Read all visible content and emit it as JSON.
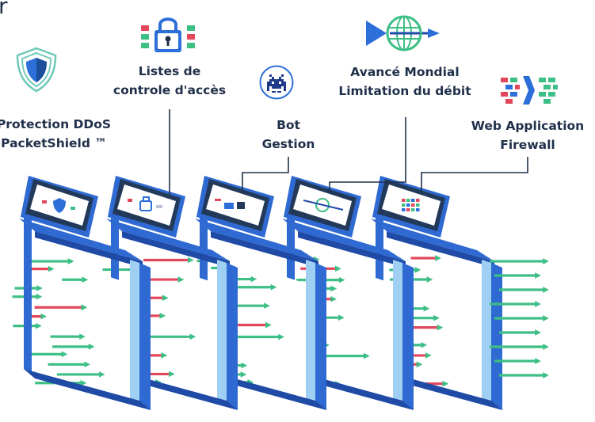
{
  "header": {
    "fragment": "r"
  },
  "features": [
    {
      "lines": [
        "Protection DDoS",
        "PacketShield ™"
      ],
      "icon": "shield-icon"
    },
    {
      "lines": [
        "Listes de",
        "controle d'accès"
      ],
      "icon": "padlock-icon"
    },
    {
      "lines": [
        "Bot",
        "Gestion"
      ],
      "icon": "space-invader-icon"
    },
    {
      "lines": [
        "Avancé Mondial",
        "Limitation du débit"
      ],
      "icon": "globe-arrow-icon"
    },
    {
      "lines": [
        "Web Application",
        "Firewall"
      ],
      "icon": "firewall-bricks-icon"
    }
  ],
  "colors": {
    "label": "#20304a",
    "frame_blue": "#2f6ad2",
    "frame_dark": "#1f4aa6",
    "frame_light": "#9fd0f4",
    "screen_dark": "#22395a",
    "traffic_red": "#e2475c",
    "traffic_green": "#3dbf85",
    "shield_teal": "#6fc9b8",
    "accent_blue": "#2d6fd8"
  }
}
